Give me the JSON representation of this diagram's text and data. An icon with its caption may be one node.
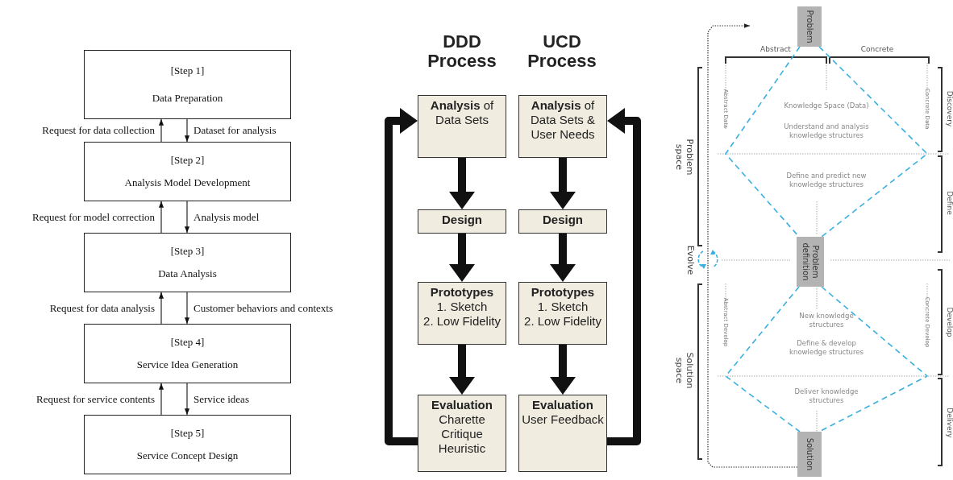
{
  "diagram": {
    "nodes": [
      {
        "text": [
          "[Step 1]",
          "Data Preparation"
        ]
      },
      {
        "text": [
          "[Step 2]",
          "Analysis Model Development"
        ]
      },
      {
        "text": [
          "[Step 3]",
          "Data Analysis"
        ]
      },
      {
        "text": [
          "[Step 4]",
          "Service Idea Generation"
        ]
      },
      {
        "text": [
          "[Step 5]",
          "Service Concept Design"
        ]
      },
      {
        "text": [
          "**Analysis** of Data Sets"
        ]
      },
      {
        "text": [
          "Design"
        ]
      },
      {
        "text": [
          "Prototypes",
          "1. Sketch",
          "2. Low Fidelity"
        ]
      },
      {
        "text": [
          "Evaluation",
          "Charette",
          "Critique",
          "Heuristic"
        ]
      },
      {
        "text": [
          "**Analysis** of Data Sets & User Needs"
        ]
      },
      {
        "text": [
          "Design"
        ]
      },
      {
        "text": [
          "Prototypes",
          "1. Sketch",
          "2. Low Fidelity"
        ]
      },
      {
        "text": [
          "Evaluation",
          "User Feedback"
        ]
      },
      {
        "text": [
          "Problem"
        ]
      },
      {
        "text": [
          "Problem definition"
        ]
      },
      {
        "text": [
          "Solution"
        ]
      }
    ],
    "edges": [
      {
        "from": 1,
        "to": 0,
        "arrow": "to",
        "label": "Request for data collection"
      },
      {
        "from": 0,
        "to": 1,
        "arrow": "to",
        "label": "Dataset for analysis"
      },
      {
        "from": 2,
        "to": 1,
        "arrow": "to",
        "label": "Request for model correction"
      },
      {
        "from": 1,
        "to": 2,
        "arrow": "to",
        "label": "Analysis model"
      },
      {
        "from": 3,
        "to": 2,
        "arrow": "to",
        "label": "Request for data analysis"
      },
      {
        "from": 2,
        "to": 3,
        "arrow": "to",
        "label": "Customer behaviors and contexts"
      },
      {
        "from": 4,
        "to": 3,
        "arrow": "to",
        "label": "Request for service contents"
      },
      {
        "from": 3,
        "to": 4,
        "arrow": "to",
        "label": "Service ideas"
      },
      {
        "from": 5,
        "to": 6,
        "arrow": "to",
        "style": "thick"
      },
      {
        "from": 6,
        "to": 7,
        "arrow": "to",
        "style": "thick"
      },
      {
        "from": 7,
        "to": 8,
        "arrow": "to",
        "style": "thick"
      },
      {
        "from": 8,
        "to": 5,
        "arrow": "to",
        "style": "thick"
      },
      {
        "from": 9,
        "to": 10,
        "arrow": "to",
        "style": "thick"
      },
      {
        "from": 10,
        "to": 11,
        "arrow": "to",
        "style": "thick"
      },
      {
        "from": 11,
        "to": 12,
        "arrow": "to",
        "style": "thick"
      },
      {
        "from": 12,
        "to": 9,
        "arrow": "to",
        "style": "thick"
      },
      {
        "from": 15,
        "to": null,
        "arrow": "to",
        "style": "dashed"
      },
      {
        "from": 13,
        "to": 14,
        "arrow": "none",
        "style": "dashed",
        "color": "#3bb0e0"
      },
      {
        "from": 13,
        "to": 14,
        "arrow": "none",
        "style": "dashed",
        "color": "#3bb0e0"
      },
      {
        "from": 14,
        "to": 15,
        "arrow": "none",
        "style": "dashed",
        "color": "#3bb0e0"
      },
      {
        "from": 14,
        "to": 15,
        "arrow": "none",
        "style": "dashed",
        "color": "#3bb0e0"
      }
    ],
    "labels": [
      "DDD Process",
      "UCD Process",
      "Abstract",
      "Concrete",
      "Abstract Data",
      "Knowledge Space (Data)",
      "Discovery",
      "Concrete Data",
      "Understand and analysis knowledge structures",
      "Problem space",
      "Define and predict new knowledge structures",
      "Define",
      "Evolve",
      "Abstract Develop",
      "New knowledge structures",
      "Concrete Develop",
      "Develop",
      "Define & develop knowledge structures",
      "Solution space",
      "Deliver knowledge structures",
      "Delivery"
    ]
  }
}
